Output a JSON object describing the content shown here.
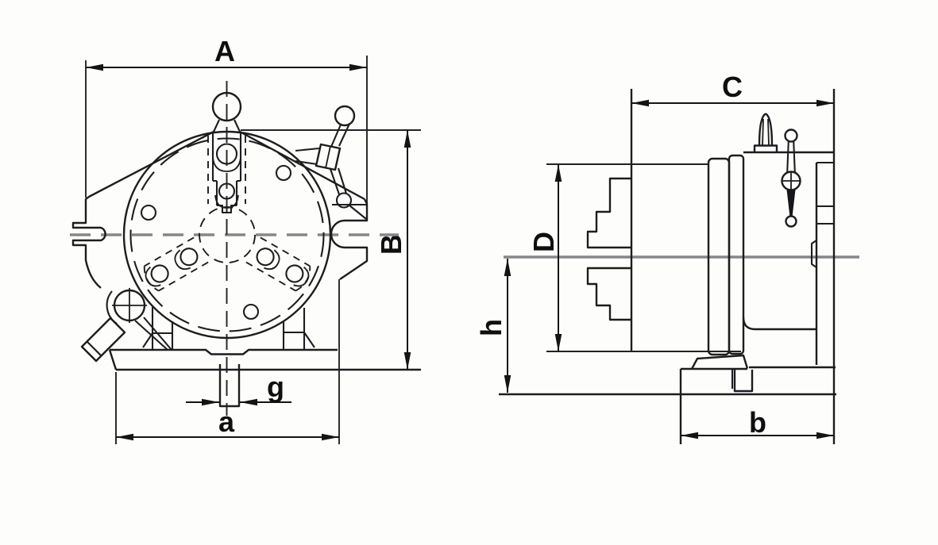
{
  "figure": {
    "type": "technical-drawing",
    "description": "Two-view engineering outline drawing of a dividing head with three-jaw chuck: front view (left) and side view (right), annotated with dimension arrows",
    "views": {
      "front": "front-view",
      "side": "side-view"
    },
    "dimension_labels": {
      "A": "A",
      "B": "B",
      "C": "C",
      "D": "D",
      "a": "a",
      "b": "b",
      "g": "g",
      "h": "h"
    },
    "colors": {
      "background": "#fdfdfb",
      "line": "#1d1d1f",
      "centerline": "#85878a",
      "dimension": "#141414"
    }
  }
}
